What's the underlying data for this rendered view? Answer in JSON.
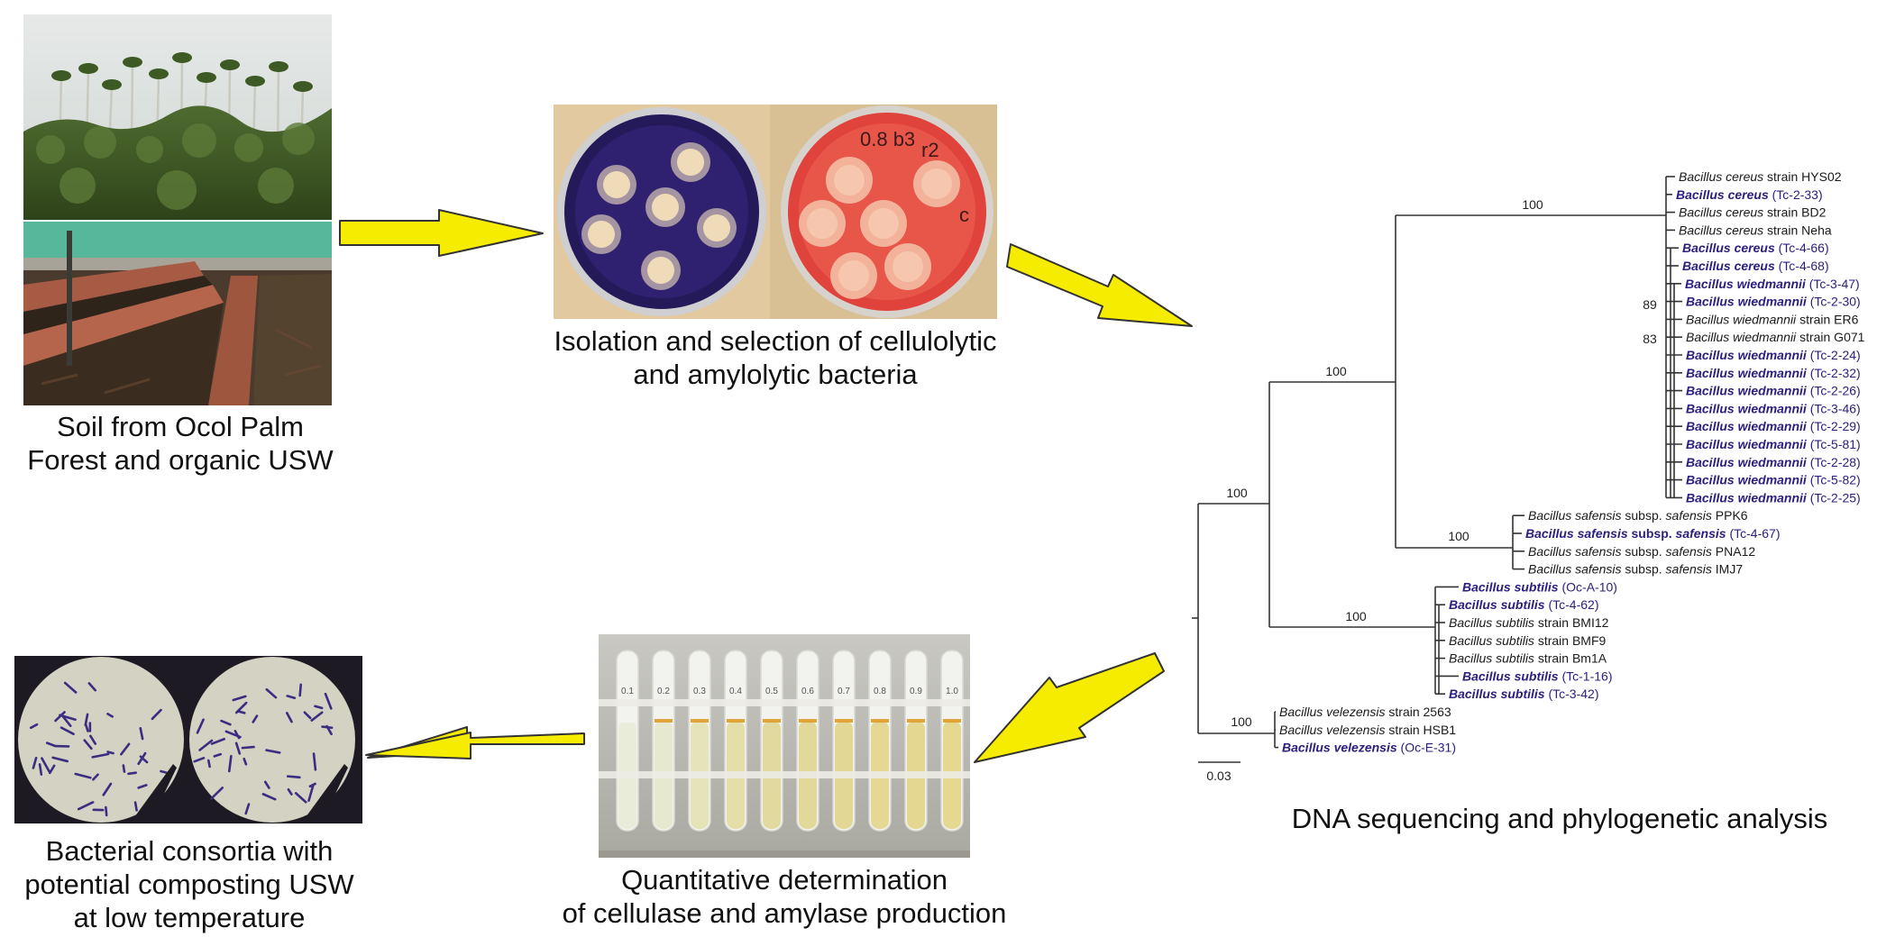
{
  "captions": {
    "soil": [
      "Soil from Ocol Palm",
      "Forest and organic USW"
    ],
    "isolation": [
      "Isolation and selection of cellulolytic",
      "and amylolytic bacteria"
    ],
    "dna": [
      "DNA sequencing and phylogenetic analysis"
    ],
    "quant": [
      "Quantitative determination",
      "of cellulase and amylase production"
    ],
    "consortia": [
      "Bacterial consortia with",
      "potential composting USW",
      "at low temperature"
    ]
  },
  "plate_labels": [
    "0.8 b3",
    "r2",
    "c"
  ],
  "tube_labels": [
    "0.1",
    "0.2",
    "0.3",
    "0.4",
    "0.5",
    "0.6",
    "0.7",
    "0.8",
    "0.9",
    "1.0"
  ],
  "colors": {
    "arrow_fill": "#f5ec00",
    "arrow_stroke": "#333333",
    "highlight_taxa": "#2b2080",
    "plain_taxa": "#1a1a1a"
  },
  "tree": {
    "scale_bar": "0.03",
    "bootstrap": [
      "100",
      "100",
      "100",
      "100",
      "100",
      "100",
      "89",
      "83"
    ],
    "taxa": [
      {
        "genus": "Bacillus",
        "species": "cereus",
        "rest": "strain HYS02",
        "hl": false
      },
      {
        "genus": "Bacillus",
        "species": "cereus",
        "rest": "(Tc-2-33)",
        "hl": true
      },
      {
        "genus": "Bacillus",
        "species": "cereus",
        "rest": "strain BD2",
        "hl": false
      },
      {
        "genus": "Bacillus",
        "species": "cereus",
        "rest": "strain Neha",
        "hl": false
      },
      {
        "genus": "Bacillus",
        "species": "cereus",
        "rest": "(Tc-4-66)",
        "hl": true
      },
      {
        "genus": "Bacillus",
        "species": "cereus",
        "rest": "(Tc-4-68)",
        "hl": true
      },
      {
        "genus": "Bacillus",
        "species": "wiedmannii",
        "rest": "(Tc-3-47)",
        "hl": true
      },
      {
        "genus": "Bacillus",
        "species": "wiedmannii",
        "rest": "(Tc-2-30)",
        "hl": true
      },
      {
        "genus": "Bacillus",
        "species": "wiedmannii",
        "rest": "strain ER6",
        "hl": false
      },
      {
        "genus": "Bacillus",
        "species": "wiedmannii",
        "rest": "strain G071",
        "hl": false
      },
      {
        "genus": "Bacillus",
        "species": "wiedmannii",
        "rest": "(Tc-2-24)",
        "hl": true
      },
      {
        "genus": "Bacillus",
        "species": "wiedmannii",
        "rest": "(Tc-2-32)",
        "hl": true
      },
      {
        "genus": "Bacillus",
        "species": "wiedmannii",
        "rest": "(Tc-2-26)",
        "hl": true
      },
      {
        "genus": "Bacillus",
        "species": "wiedmannii",
        "rest": "(Tc-3-46)",
        "hl": true
      },
      {
        "genus": "Bacillus",
        "species": "wiedmannii",
        "rest": "(Tc-2-29)",
        "hl": true
      },
      {
        "genus": "Bacillus",
        "species": "wiedmannii",
        "rest": "(Tc-5-81)",
        "hl": true
      },
      {
        "genus": "Bacillus",
        "species": "wiedmannii",
        "rest": "(Tc-2-28)",
        "hl": true
      },
      {
        "genus": "Bacillus",
        "species": "wiedmannii",
        "rest": "(Tc-5-82)",
        "hl": true
      },
      {
        "genus": "Bacillus",
        "species": "wiedmannii",
        "rest": "(Tc-2-25)",
        "hl": true
      },
      {
        "genus": "Bacillus",
        "species": "safensis",
        "mid": "subsp.",
        "sub": "safensis",
        "rest": "PPK6",
        "hl": false
      },
      {
        "genus": "Bacillus",
        "species": "safensis",
        "mid": "subsp.",
        "sub": "safensis",
        "rest": "(Tc-4-67)",
        "hl": true
      },
      {
        "genus": "Bacillus",
        "species": "safensis",
        "mid": "subsp.",
        "sub": "safensis",
        "rest": "PNA12",
        "hl": false
      },
      {
        "genus": "Bacillus",
        "species": "safensis",
        "mid": "subsp.",
        "sub": "safensis",
        "rest": "IMJ7",
        "hl": false
      },
      {
        "genus": "Bacillus",
        "species": "subtilis",
        "rest": "(Oc-A-10)",
        "hl": true
      },
      {
        "genus": "Bacillus",
        "species": "subtilis",
        "rest": "(Tc-4-62)",
        "hl": true
      },
      {
        "genus": "Bacillus",
        "species": "subtilis",
        "rest": "strain BMI12",
        "hl": false
      },
      {
        "genus": "Bacillus",
        "species": "subtilis",
        "rest": "strain BMF9",
        "hl": false
      },
      {
        "genus": "Bacillus",
        "species": "subtilis",
        "rest": "strain Bm1A",
        "hl": false
      },
      {
        "genus": "Bacillus",
        "species": "subtilis",
        "rest": "(Tc-1-16)",
        "hl": true
      },
      {
        "genus": "Bacillus",
        "species": "subtilis",
        "rest": "(Tc-3-42)",
        "hl": true
      },
      {
        "genus": "Bacillus",
        "species": "velezensis",
        "rest": "strain 2563",
        "hl": false
      },
      {
        "genus": "Bacillus",
        "species": "velezensis",
        "rest": "strain HSB1",
        "hl": false
      },
      {
        "genus": "Bacillus",
        "species": "velezensis",
        "rest": "(Oc-E-31)",
        "hl": true
      }
    ]
  }
}
